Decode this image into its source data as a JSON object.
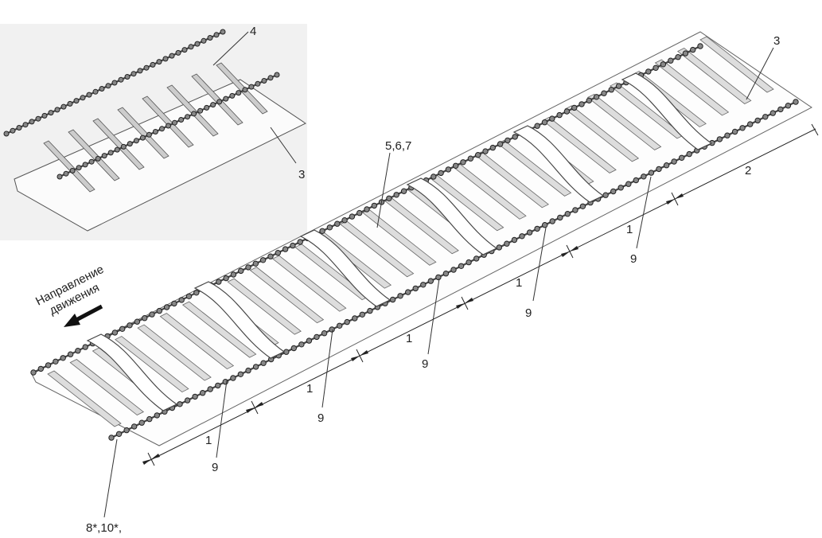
{
  "direction_label": {
    "line1": "Направление",
    "line2": "движения"
  },
  "callouts": {
    "inset_4": "4",
    "inset_3": "3",
    "main_3": "3",
    "main_567": "5,6,7",
    "main_2": "2",
    "main_8_10": "8*,10*,",
    "segments": [
      "1",
      "1",
      "1",
      "1",
      "1"
    ],
    "joints": [
      "9",
      "9",
      "9",
      "9",
      "9"
    ]
  },
  "colors": {
    "line": "#333333",
    "chain": "#444444",
    "inset_bg": "#f1f1f1",
    "slat": "#888888"
  }
}
